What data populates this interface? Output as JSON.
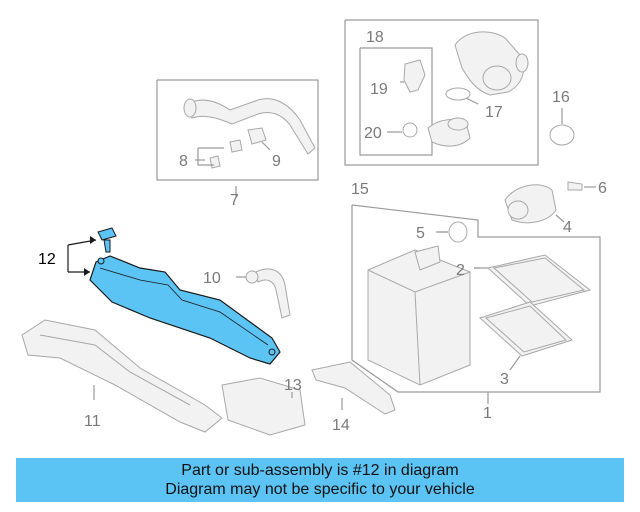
{
  "diagram": {
    "callouts": [
      "12",
      "10",
      "11",
      "13",
      "14",
      "1",
      "2",
      "3",
      "4",
      "5",
      "6",
      "7",
      "8",
      "9",
      "15",
      "16",
      "17",
      "18",
      "19",
      "20"
    ],
    "highlight_color": "#5bc4f5"
  },
  "banner": {
    "line1": "Part or sub-assembly is #12 in diagram",
    "line2": "Diagram may not be specific to your vehicle"
  }
}
